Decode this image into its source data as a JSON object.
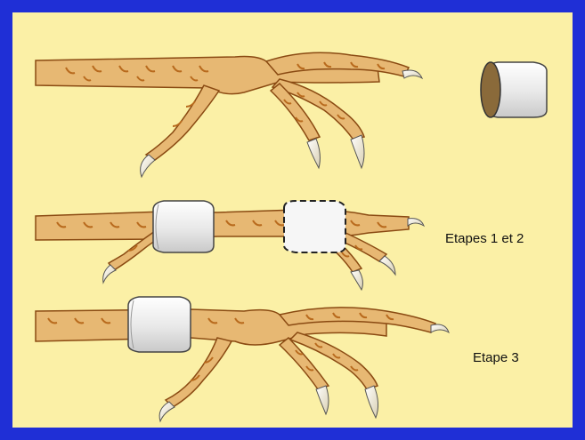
{
  "diagram": {
    "step_1_2_label": "Etapes 1 et 2",
    "step_3_label": "Etape 3"
  },
  "colors": {
    "frame": "#1f2fd6",
    "background": "#fbf0a6",
    "leg": "#e7b873",
    "scale": "#b86a1d",
    "claw": "#f4f1e4",
    "bandage": "#f1f1f1"
  },
  "figures": [
    "foot-plain-with-ring-piece",
    "foot-with-two-rings",
    "foot-with-one-ring"
  ]
}
